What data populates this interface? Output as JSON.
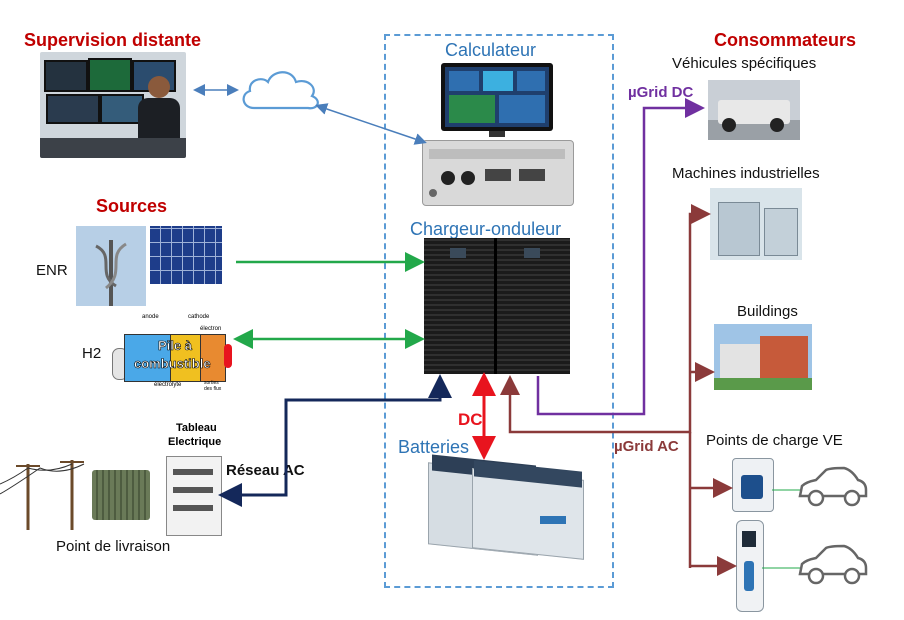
{
  "headings": {
    "remote_supervision": "Supervision distante",
    "sources": "Sources",
    "consumers": "Consommateurs"
  },
  "center": {
    "computer": "Calculateur",
    "charger_inverter": "Chargeur-onduleur",
    "batteries": "Batteries",
    "dc": "DC"
  },
  "sources": {
    "renewable": "ENR",
    "hydrogen": "H2",
    "fuel_cell_line1": "Pile à",
    "fuel_cell_line2": "combustible",
    "fuel_cell_anode": "anode",
    "fuel_cell_cathode": "cathode",
    "fuel_cell_electron": "électron",
    "fuel_cell_electrolyte": "électrolyte",
    "fuel_cell_outlet": "sorties des flux"
  },
  "grid": {
    "delivery_point": "Point de livraison",
    "panel_line1": "Tableau",
    "panel_line2": "Electrique",
    "ac_network": "Réseau AC"
  },
  "consumers": {
    "vehicles": "Véhicules spécifiques",
    "machines": "Machines industrielles",
    "buildings": "Buildings",
    "ev_charging": "Points de charge VE",
    "ugrid_dc": "µGrid DC",
    "ugrid_ac": "µGrid AC"
  },
  "colors": {
    "dashed_box": "#5b9bd5",
    "supervision_link": "#4a7ebb",
    "sources_link": "#22a84a",
    "ac_grid_link": "#14285a",
    "dc_link": "#e8141e",
    "ugrid_dc": "#7030a0",
    "ugrid_ac": "#8b3a3a",
    "heading_red": "#c00000",
    "heading_blue": "#2e74b5"
  },
  "icons": [
    "cloud-icon",
    "operator-photo",
    "monitor-icon",
    "controller-box",
    "inverter-cabinet",
    "battery-pack",
    "wind-turbine-icon",
    "solar-panel-icon",
    "fuel-cell-diagram",
    "h2-tank-icon",
    "transformer-icon",
    "power-pole-icon",
    "electrical-panel-icon",
    "tow-vehicle-photo",
    "machine-photo",
    "building-photo",
    "ev-charger-wallbox",
    "ev-charger-station",
    "car-icon"
  ]
}
